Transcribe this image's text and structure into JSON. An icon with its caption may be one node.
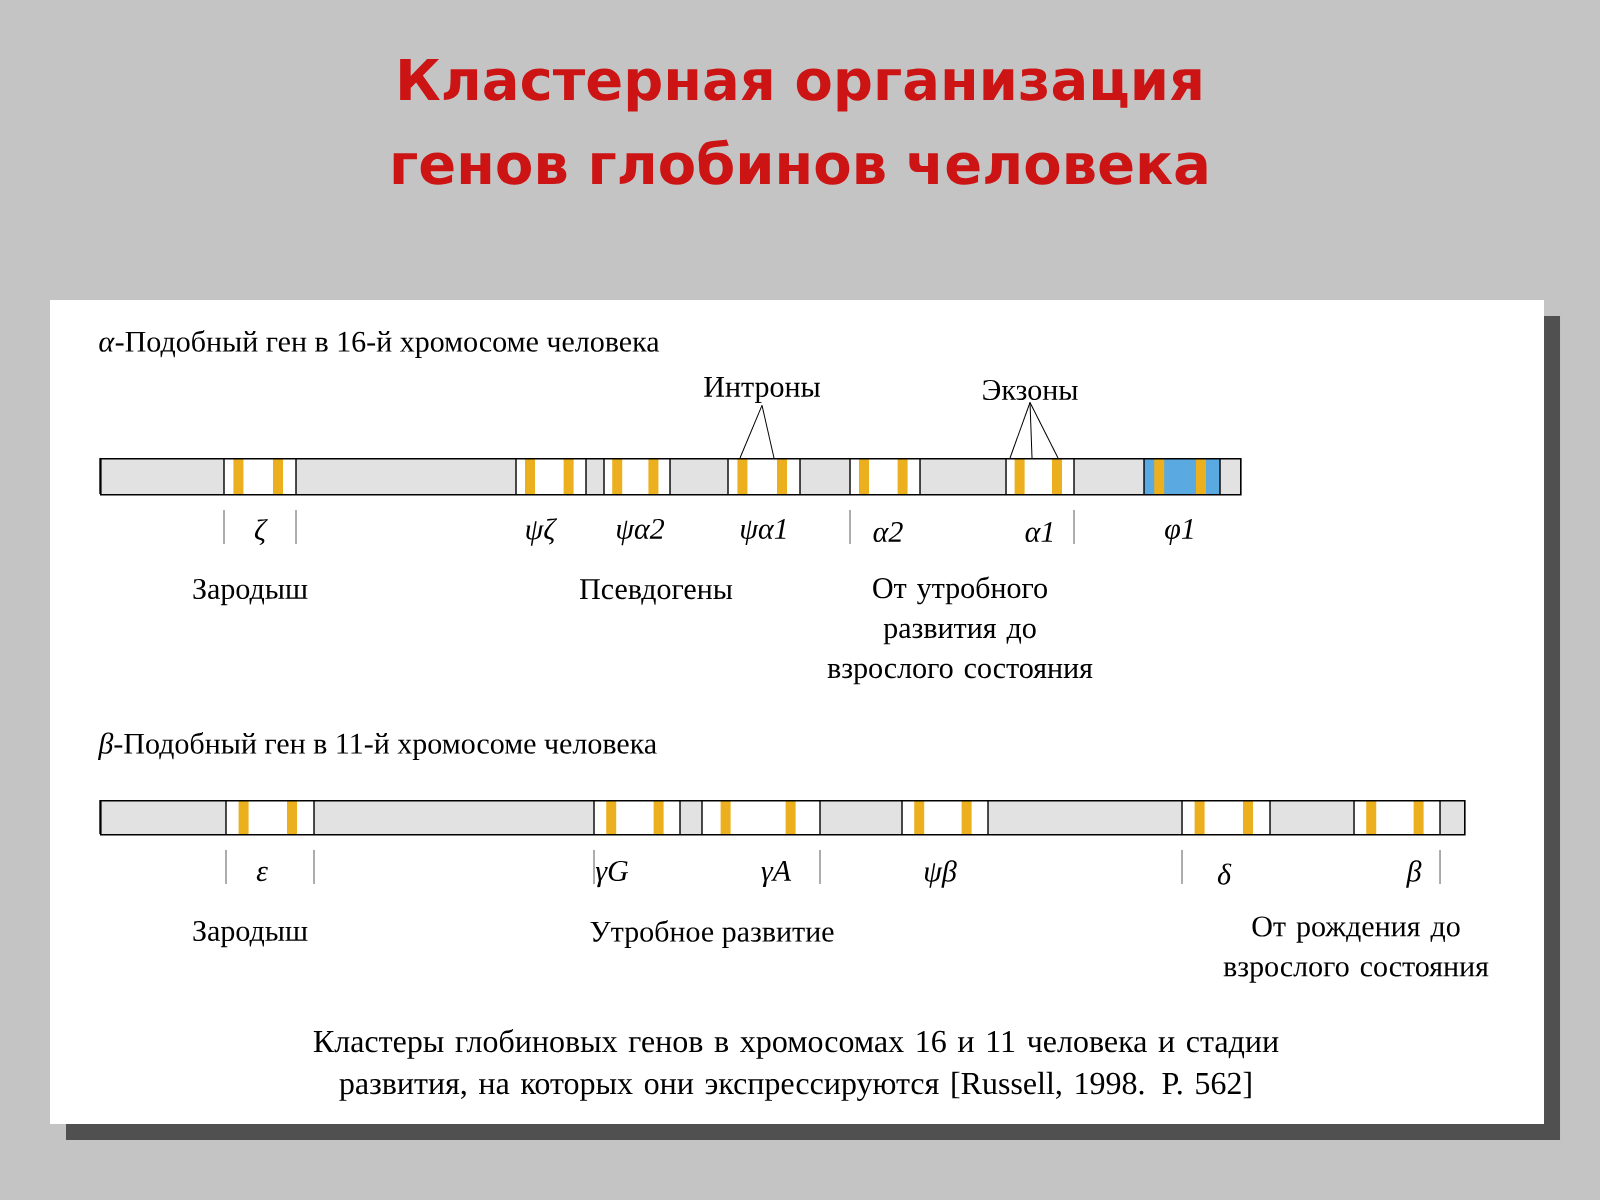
{
  "diagram": {
    "title": "Кластерная организация генов глобинов человека",
    "caption": "Кластеры глобиновых генов в хромосомах 16 и 11 человека и стадии развития, на которых они экспрессируются [Russell, 1998. P. 562]",
    "nodes": [
      {
        "text": [
          "Интроны"
        ]
      },
      {
        "text": [
          "Экзоны"
        ]
      },
      {
        "text": [],
        "shape": "bar",
        "beside": [
          "ζ",
          "ψζ",
          "ψα2",
          "ψα1",
          "α2",
          "α1",
          "φ1"
        ]
      },
      {
        "text": [],
        "shape": "bar",
        "beside": [
          "ε",
          "γG",
          "γA",
          "ψβ",
          "δ",
          "β"
        ]
      }
    ],
    "edges": [
      {
        "from": 0,
        "to": 2,
        "arrow": "none"
      },
      {
        "from": 0,
        "to": 2,
        "arrow": "none"
      },
      {
        "from": 1,
        "to": 2,
        "arrow": "none"
      },
      {
        "from": 1,
        "to": 2,
        "arrow": "none"
      },
      {
        "from": 1,
        "to": 2,
        "arrow": "none"
      }
    ],
    "labels": [
      "*α*-Подобный ген в 16-й хромосоме человека",
      "Зародыш",
      "Псевдогены",
      "От утробного развития до взрослого состояния",
      "*β*-Подобный ген в 11-й хромосоме человека",
      "Зародыш",
      "Утробное развитие",
      "От рождения до взрослого состояния"
    ]
  }
}
